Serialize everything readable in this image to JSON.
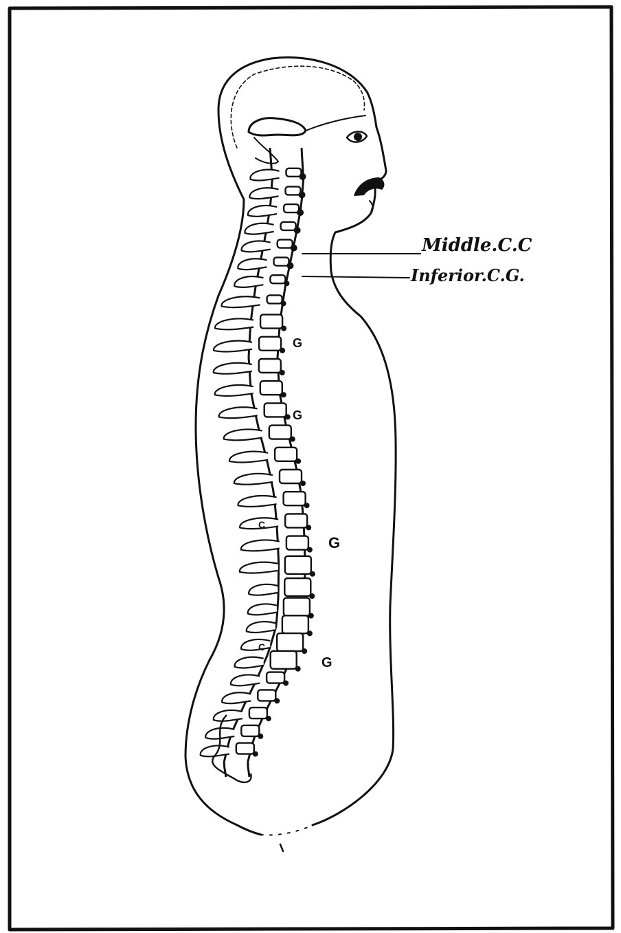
{
  "labels": {
    "middle_cc": "Middle.C.C",
    "inferior_cc": "Inferior.C.G.",
    "ganglion_markers": [
      "G",
      "G",
      "G",
      "G"
    ],
    "cord_markers": [
      "C",
      "C"
    ]
  },
  "colors": {
    "ink": "#111111",
    "paper": "#ffffff"
  }
}
